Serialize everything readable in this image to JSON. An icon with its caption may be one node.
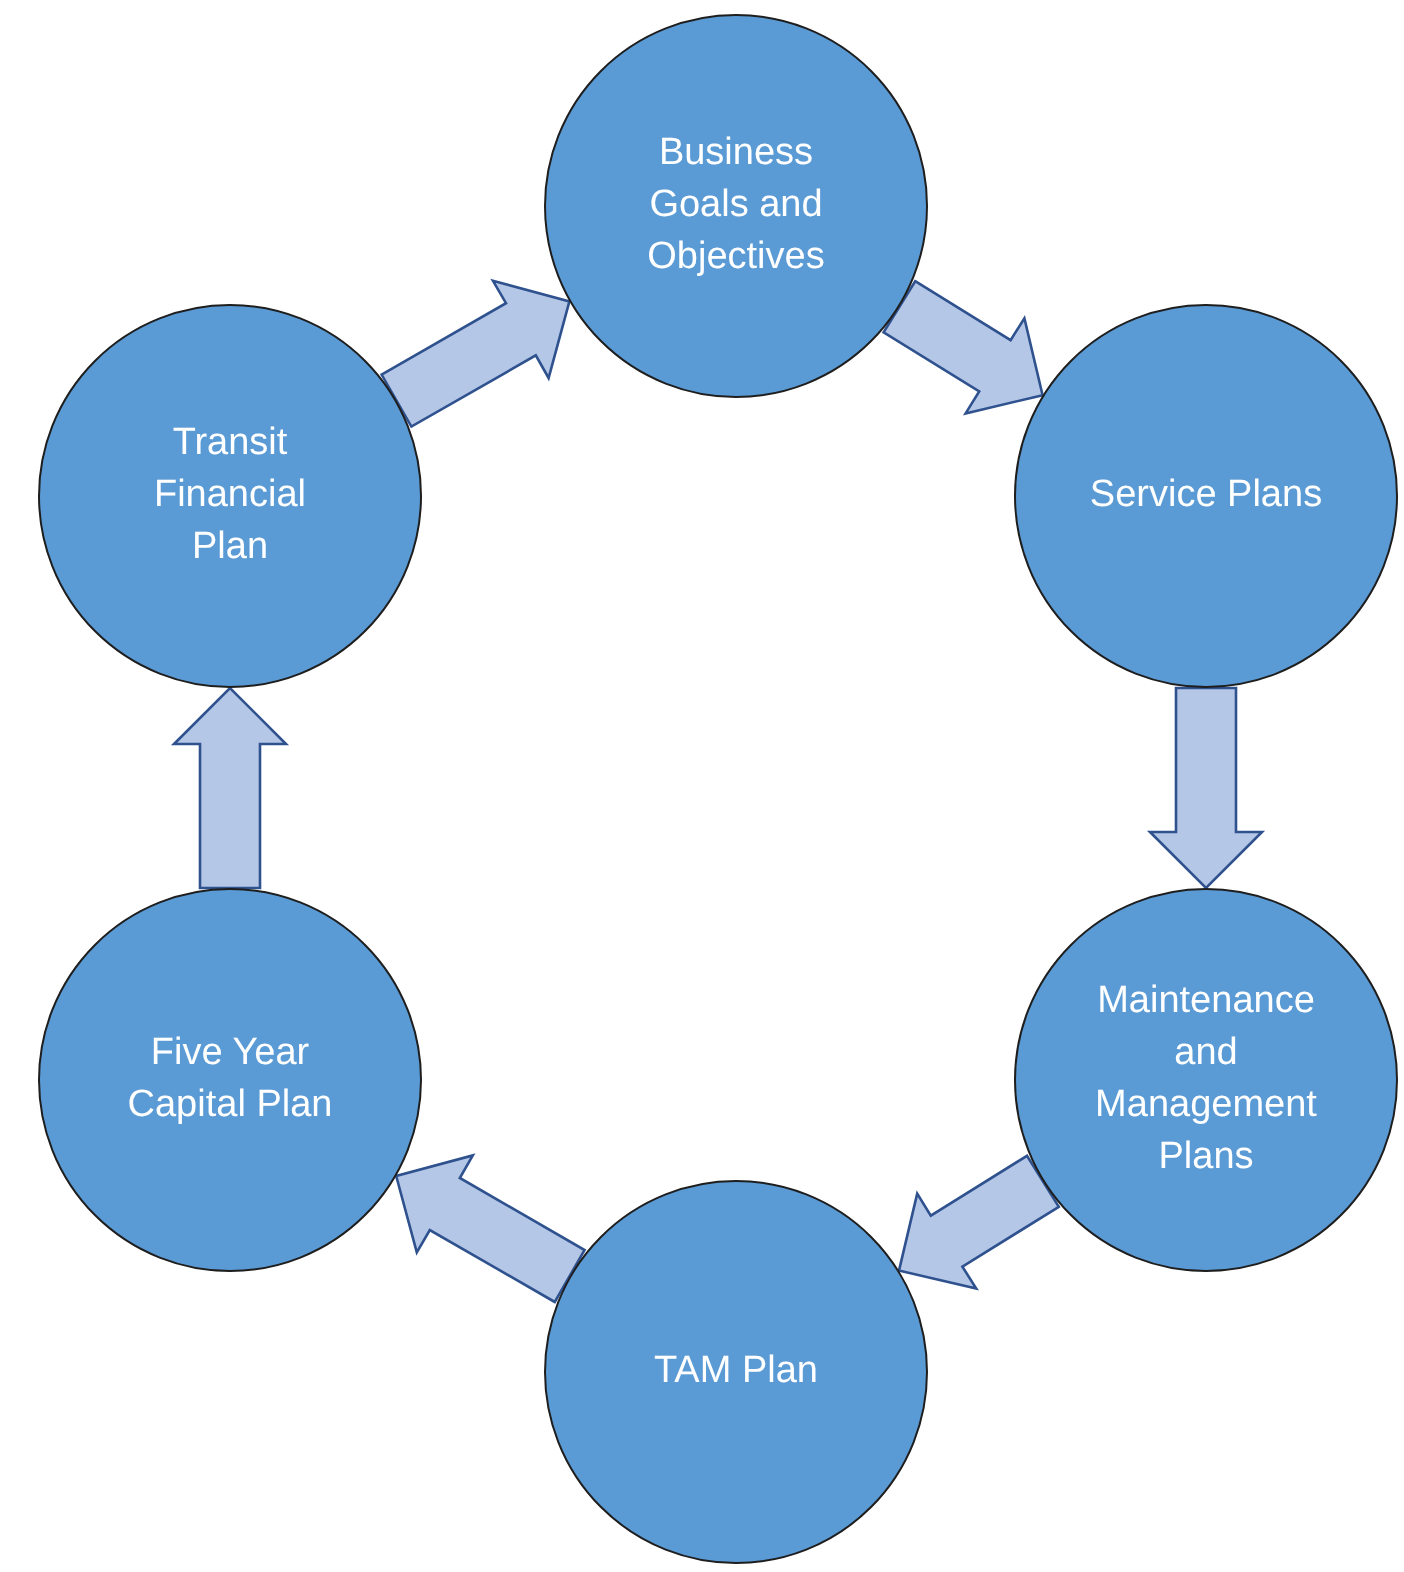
{
  "diagram": {
    "nodes": [
      {
        "text": [
          "Business Goals and Objectives"
        ]
      },
      {
        "text": [
          "Service Plans"
        ]
      },
      {
        "text": [
          "Maintenance and Management Plans"
        ]
      },
      {
        "text": [
          "TAM Plan"
        ]
      },
      {
        "text": [
          "Five Year Capital Plan"
        ]
      },
      {
        "text": [
          "Transit Financial Plan"
        ]
      }
    ],
    "edges": [
      {
        "from": 0,
        "to": 1,
        "arrow": "to"
      },
      {
        "from": 1,
        "to": 2,
        "arrow": "to"
      },
      {
        "from": 2,
        "to": 3,
        "arrow": "to"
      },
      {
        "from": 3,
        "to": 4,
        "arrow": "to"
      },
      {
        "from": 4,
        "to": 5,
        "arrow": "to"
      },
      {
        "from": 5,
        "to": 0,
        "arrow": "to"
      }
    ]
  }
}
